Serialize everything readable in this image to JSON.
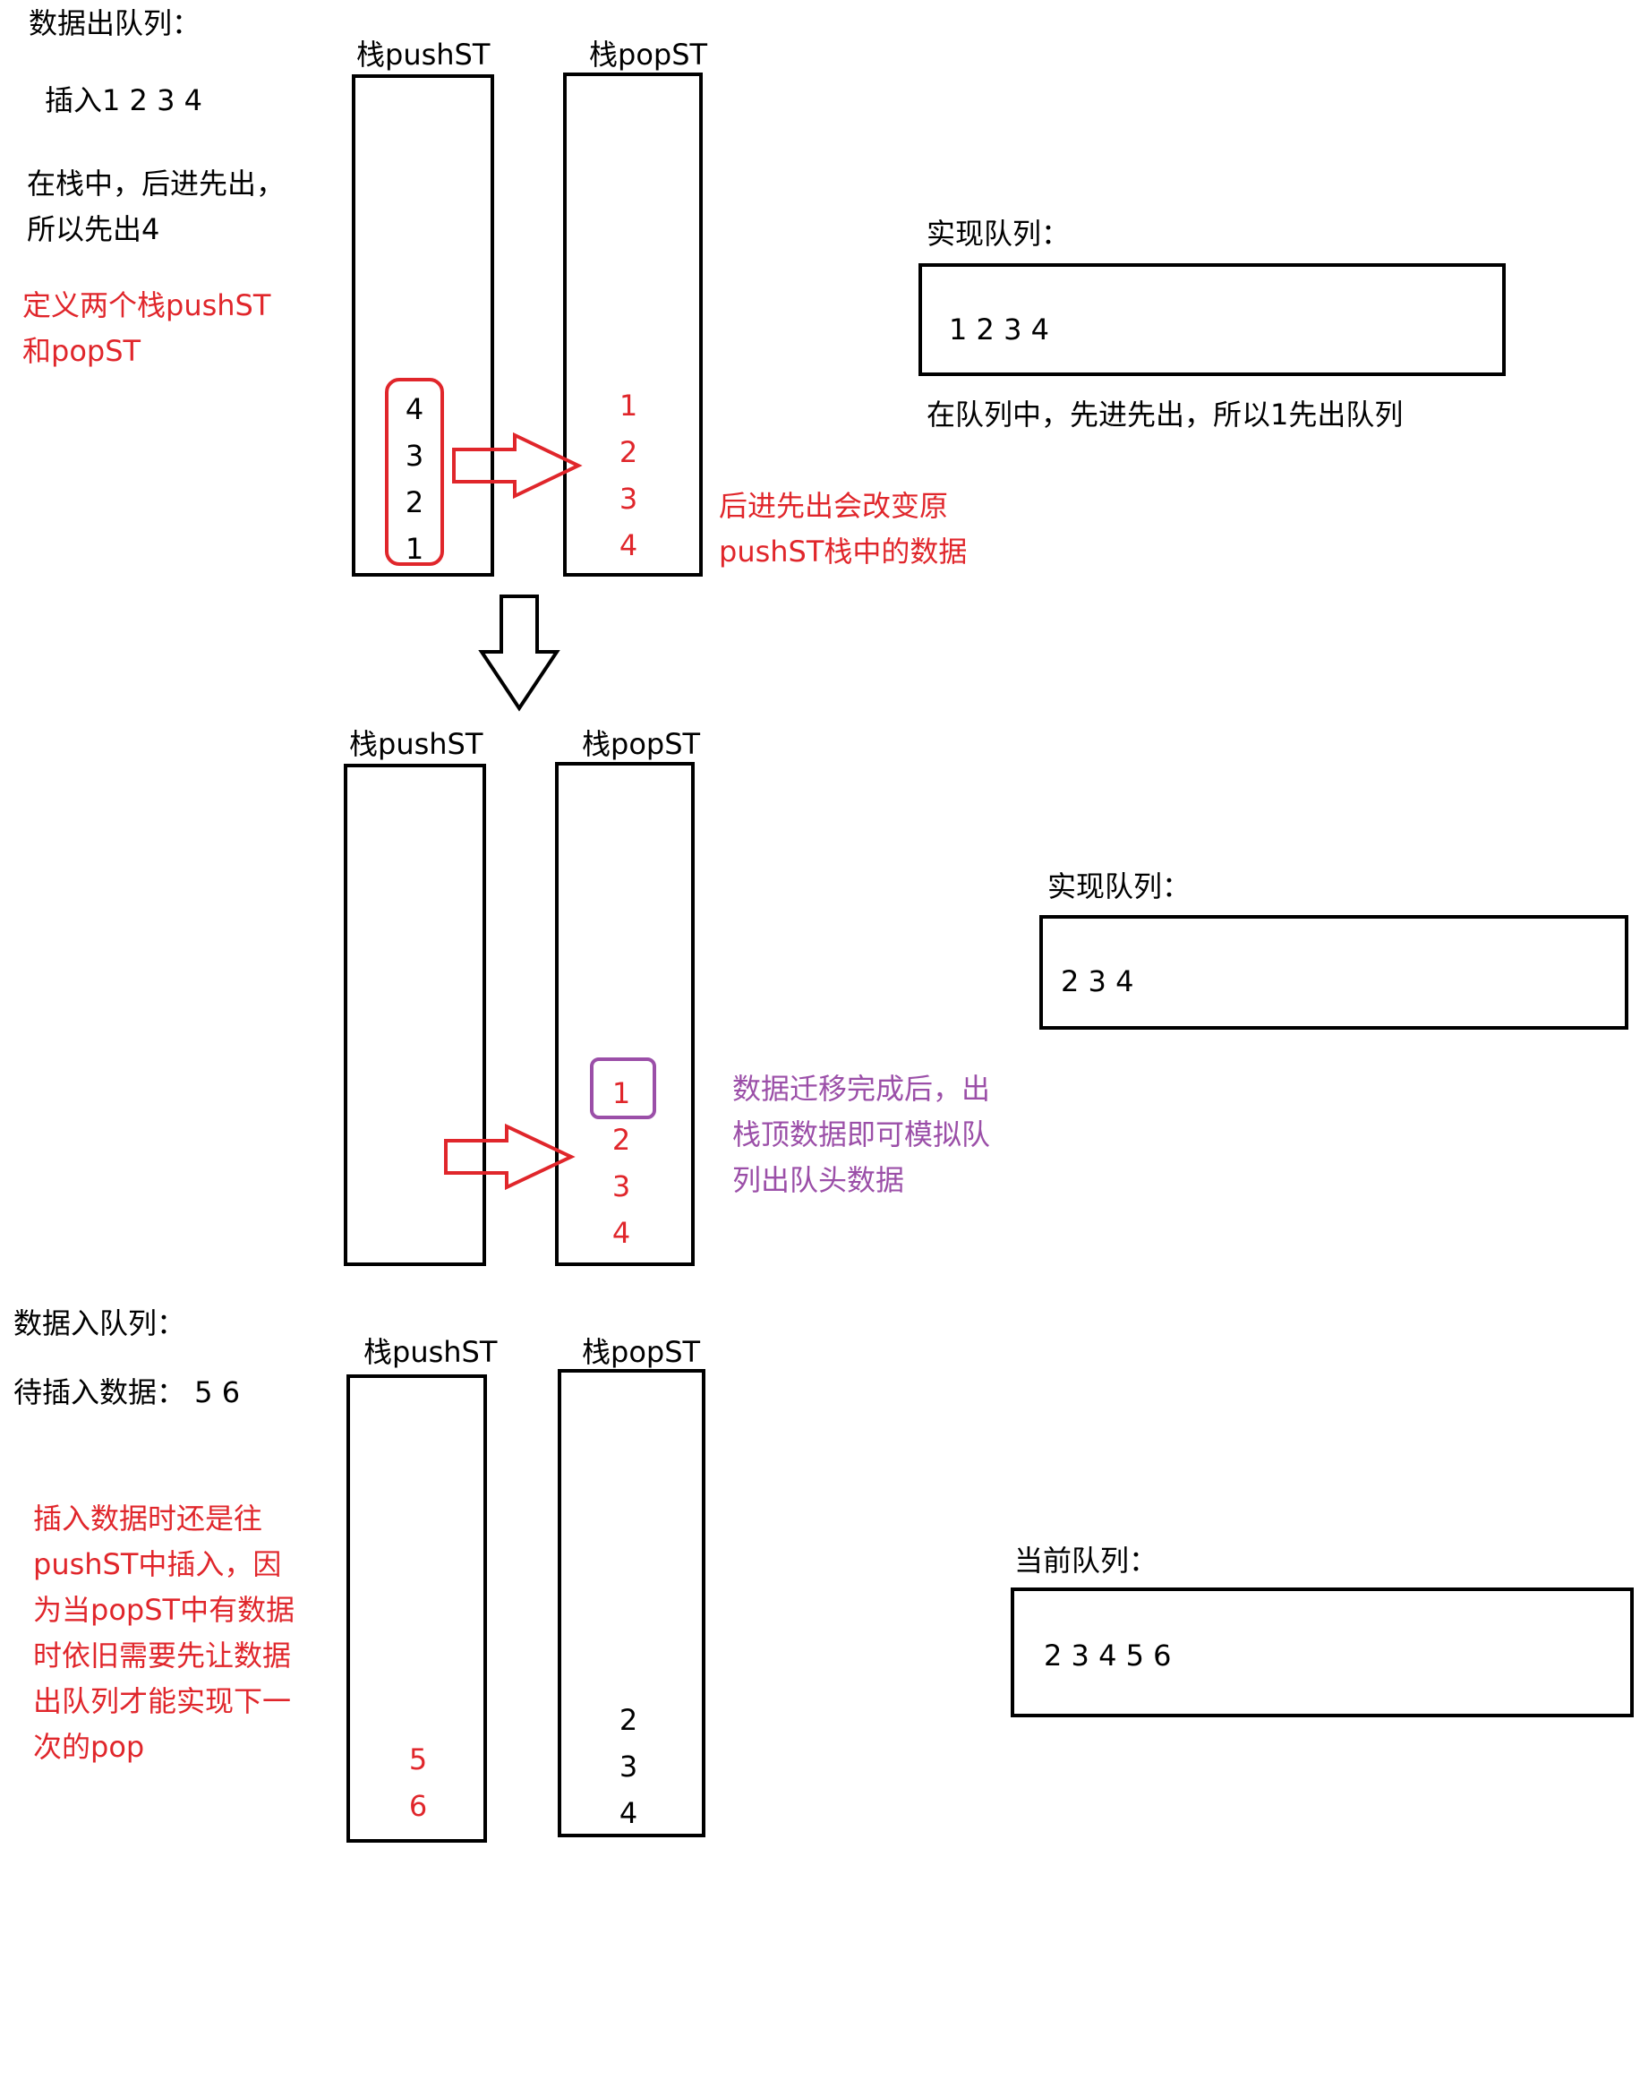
{
  "colors": {
    "red": "#e0262b",
    "purple": "#9b4fa8",
    "black": "#000000"
  },
  "section_dequeue": {
    "title": "数据出队列：",
    "insert_line": "插入1 2 3 4",
    "stack_note_line1": "在栈中，后进先出，",
    "stack_note_line2": "所以先出4",
    "define_line1": "定义两个栈pushST",
    "define_line2": "和popST",
    "push_stack_label": "栈pushST",
    "pop_stack_label": "栈popST",
    "push_stack_items": [
      "4",
      "3",
      "2",
      "1"
    ],
    "pop_stack_items": [
      "1",
      "2",
      "3",
      "4"
    ],
    "lifo_note_line1": "后进先出会改变原",
    "lifo_note_line2": "pushST栈中的数据",
    "queue_label": "实现队列：",
    "queue_values": "1  2  3  4",
    "queue_note": "在队列中，先进先出，所以1先出队列"
  },
  "section_migrated": {
    "push_stack_label": "栈pushST",
    "pop_stack_label": "栈popST",
    "pop_stack_items": [
      "1",
      "2",
      "3",
      "4"
    ],
    "note_line1": "数据迁移完成后，出",
    "note_line2": "栈顶数据即可模拟队",
    "note_line3": "列出队头数据",
    "queue_label": "实现队列：",
    "queue_values": "2  3  4"
  },
  "section_enqueue": {
    "title": "数据入队列：",
    "pending_label": "待插入数据：  5 6",
    "note_line1": "插入数据时还是往",
    "note_line2": "pushST中插入，因",
    "note_line3": "为当popST中有数据",
    "note_line4": "时依旧需要先让数据",
    "note_line5": "出队列才能实现下一",
    "note_line6": "次的pop",
    "push_stack_label": "栈pushST",
    "pop_stack_label": "栈popST",
    "push_stack_items": [
      "5",
      "6"
    ],
    "pop_stack_items": [
      "2",
      "3",
      "4"
    ],
    "queue_label": "当前队列：",
    "queue_values": "2  3  4  5  6"
  }
}
